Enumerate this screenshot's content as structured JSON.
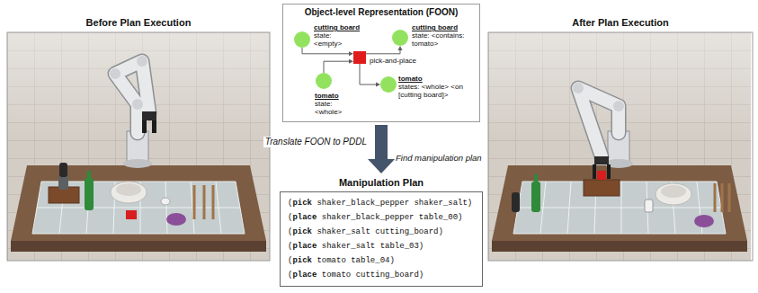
{
  "diagram": {
    "nodes": [
      {
        "text": [
          "Object-level Representation (FOON)"
        ]
      },
      {
        "text": [
          "cutting board",
          "state: <empty>"
        ],
        "in": 0
      },
      {
        "text": [
          "tomato",
          "state: <whole>"
        ],
        "in": 0
      },
      {
        "text": [
          "pick-and-place"
        ],
        "in": 0
      },
      {
        "text": [
          "cutting board",
          "state: <contains: tomato>"
        ],
        "in": 0
      },
      {
        "text": [
          "tomato",
          "states: <whole> <on [cutting board]>"
        ],
        "in": 0
      },
      {
        "text": [
          "Manipulation Plan",
          "(pick shaker_black_pepper shaker_salt)",
          "(place shaker_black_pepper table_00)",
          "(pick shaker_salt cutting_board)",
          "(place shaker_salt table_03)",
          "(pick tomato table_04)",
          "(place tomato cutting_board)"
        ]
      }
    ],
    "edges": [
      {
        "from": 1,
        "to": 3,
        "arrow": "to"
      },
      {
        "from": 2,
        "to": 3,
        "arrow": "to"
      },
      {
        "from": 3,
        "to": 4,
        "arrow": "to"
      },
      {
        "from": 3,
        "to": 5,
        "arrow": "to"
      },
      {
        "from": 0,
        "to": 6,
        "arrow": "to",
        "label": "Translate FOON to PDDL"
      }
    ],
    "labels": [
      "Before Plan Execution",
      "After Plan Execution",
      "Find manipulation plan"
    ]
  }
}
